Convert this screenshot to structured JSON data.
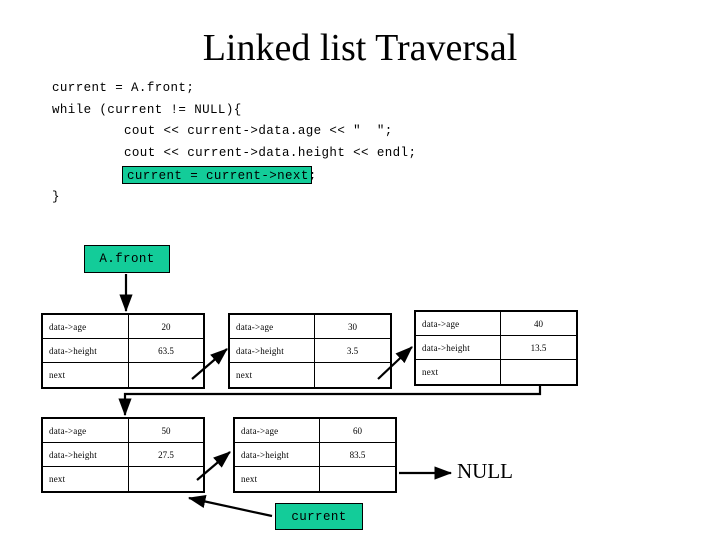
{
  "slide": {
    "title": "Linked list Traversal",
    "background": "#ffffff",
    "accent_green": "#13cc99",
    "line_color": "#000000"
  },
  "code": {
    "line1": "current = A.front;",
    "line2": "while (current != NULL){",
    "line3": "cout << current->data.age << \"  \";",
    "line4": "cout << current->data.height << endl;",
    "line5_highlighted": "current = current->next;",
    "line6": "}"
  },
  "labels": {
    "a_front": "A.front",
    "current": "current",
    "null": "NULL"
  },
  "node_fields": {
    "age": "data->age",
    "height": "data->height",
    "next": "next"
  },
  "nodes": [
    {
      "age": "20",
      "height": "63.5",
      "next": ""
    },
    {
      "age": "30",
      "height": "3.5",
      "next": ""
    },
    {
      "age": "40",
      "height": "13.5",
      "next": ""
    },
    {
      "age": "50",
      "height": "27.5",
      "next": ""
    },
    {
      "age": "60",
      "height": "83.5",
      "next": ""
    }
  ]
}
